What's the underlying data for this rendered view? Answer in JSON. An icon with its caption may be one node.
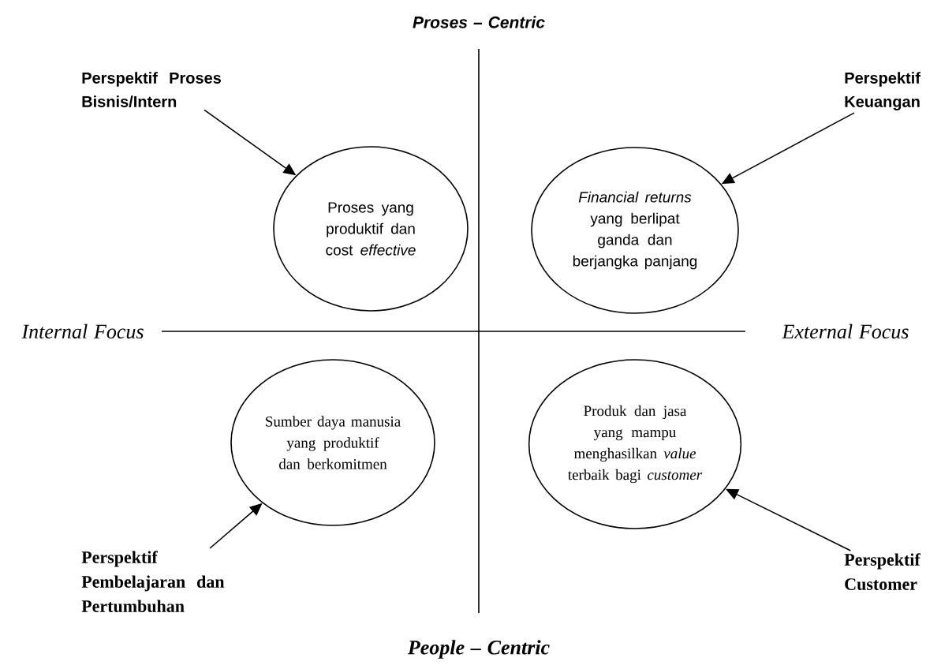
{
  "diagram": {
    "nodes": [
      {
        "text": [
          "Perspektif Proses Bisnis/Intern"
        ]
      },
      {
        "text": [
          "Perspektif Keuangan"
        ]
      },
      {
        "text": [
          "Proses yang produktif dan cost *effective*"
        ]
      },
      {
        "text": [
          "*Financial returns* yang berlipat ganda dan berjangka panjang"
        ]
      },
      {
        "text": [
          "Sumber daya manusia yang produktif dan berkomitmen"
        ]
      },
      {
        "text": [
          "Produk dan jasa yang mampu menghasilkan *value* terbaik bagi *customer*"
        ]
      },
      {
        "text": [
          "Perspektif Pembelajaran dan Pertumbuhan"
        ]
      },
      {
        "text": [
          "Perspektif Customer"
        ]
      }
    ],
    "edges": [
      {
        "from": 0,
        "to": 2,
        "arrow": "to"
      },
      {
        "from": 1,
        "to": 3,
        "arrow": "to"
      },
      {
        "from": 6,
        "to": 4,
        "arrow": "to"
      },
      {
        "from": 7,
        "to": 5,
        "arrow": "to"
      }
    ],
    "labels": [
      "Proses – Centric",
      "Internal Focus",
      "External Focus",
      "People – Centric"
    ]
  }
}
